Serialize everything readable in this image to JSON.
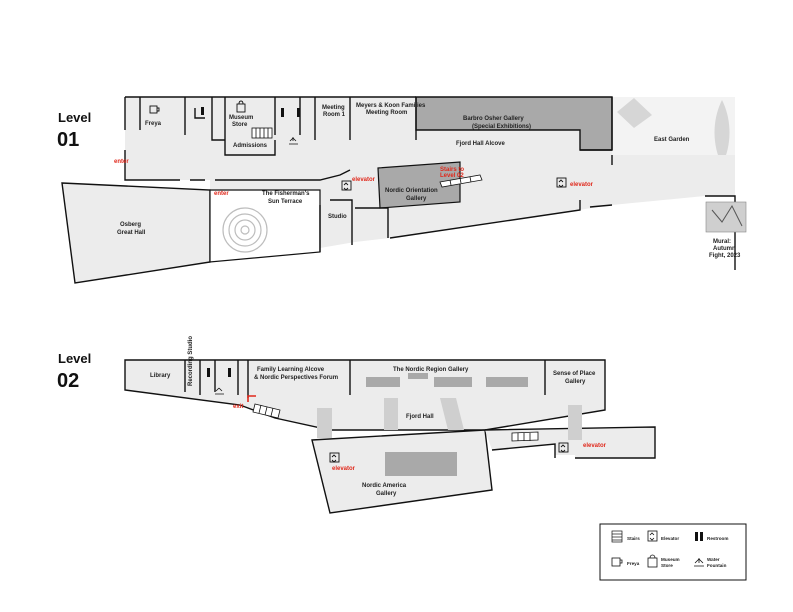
{
  "levels": [
    {
      "number_label": "Level",
      "number": "01"
    },
    {
      "number_label": "Level",
      "number": "02"
    }
  ],
  "level1": {
    "rooms": {
      "freya": "Freya",
      "museum_store_1": "Museum",
      "museum_store_2": "Store",
      "admissions": "Admissions",
      "meeting_1": "Meeting",
      "meeting_2": "Room 1",
      "meyers_1": "Meyers & Koon Families",
      "meyers_2": "Meeting Room",
      "barbro_1": "Barbro Osher Gallery",
      "barbro_2": "(Special Exhibitions)",
      "fjord_alcove": "Fjord Hall Alcove",
      "east_garden": "East Garden",
      "osberg_1": "Osberg",
      "osberg_2": "Great Hall",
      "fisherman_1": "The Fisherman's",
      "fisherman_2": "Sun Terrace",
      "studio": "Studio",
      "orientation_1": "Nordic Orientation",
      "orientation_2": "Gallery",
      "mural_1": "Mural:",
      "mural_2": "Autumn",
      "mural_3": "Fight, 2023"
    },
    "markers": {
      "enter_1": "enter",
      "enter_2": "enter",
      "elevator_1": "elevator",
      "elevator_2": "elevator",
      "stairs_1": "Stairs to",
      "stairs_2": "Level 02"
    }
  },
  "level2": {
    "rooms": {
      "library": "Library",
      "recording": "Recording Studio",
      "family_1": "Family Learning Alcove",
      "family_2": "& Nordic Perspectives Forum",
      "nordic_region": "The Nordic Region Gallery",
      "sense_1": "Sense of Place",
      "sense_2": "Gallery",
      "fjord_hall": "Fjord Hall",
      "nordic_america_1": "Nordic America",
      "nordic_america_2": "Gallery"
    },
    "markers": {
      "exit": "exit",
      "elevator_1": "elevator",
      "elevator_2": "elevator"
    }
  },
  "legend": {
    "stairs": "Stairs",
    "elevator": "Elevator",
    "restroom": "Restroom",
    "freya": "Freya",
    "museum_store_1": "Museum",
    "museum_store_2": "Store",
    "water_1": "Water",
    "water_2": "Fountain"
  },
  "colors": {
    "room_fill": "#ececec",
    "gallery_fill": "#a9a9a9",
    "garden_fill": "#f3f3f3",
    "marker_red": "#e0281b",
    "wall": "#111111"
  }
}
